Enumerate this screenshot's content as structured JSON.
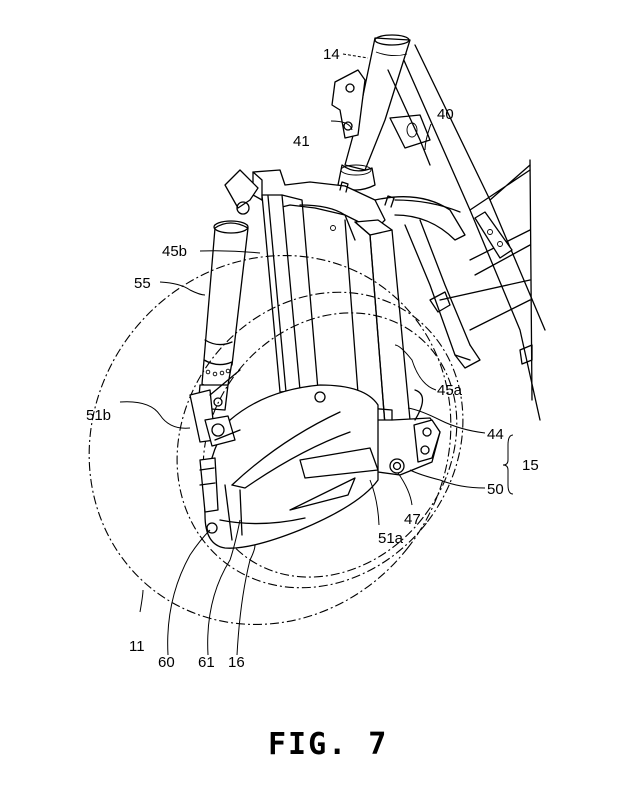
{
  "figure": {
    "caption": "FIG. 7",
    "line_color": "#000000",
    "background_color": "#ffffff"
  },
  "labels": {
    "l14": "14",
    "l40": "40",
    "l41": "41",
    "l45b": "45b",
    "l55": "55",
    "l45a": "45a",
    "l51b": "51b",
    "l44": "44",
    "l15": "15",
    "l50": "50",
    "l47": "47",
    "l51a": "51a",
    "l11": "11",
    "l60": "60",
    "l61": "61",
    "l16": "16"
  }
}
